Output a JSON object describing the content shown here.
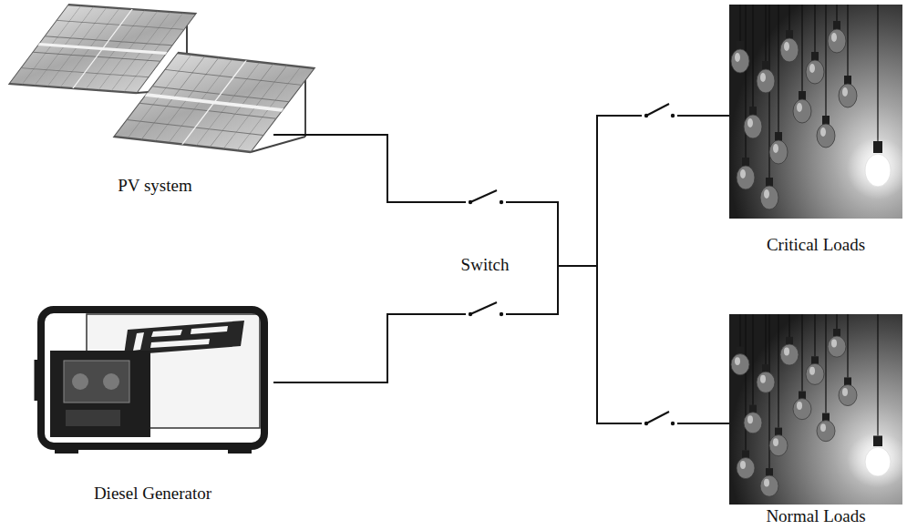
{
  "diagram": {
    "nodes": [
      {
        "text": [
          "PV system"
        ]
      },
      {
        "text": [
          "Diesel Generator"
        ]
      },
      {
        "text": [
          "Critical Loads"
        ]
      },
      {
        "text": [
          "Normal Loads"
        ]
      }
    ],
    "edges": [
      {
        "from": 0,
        "to": 2,
        "arrow": "none"
      },
      {
        "from": 0,
        "to": 3,
        "arrow": "none"
      },
      {
        "from": 1,
        "to": 2,
        "arrow": "none"
      },
      {
        "from": 1,
        "to": 3,
        "arrow": "none"
      }
    ],
    "labels": [
      "Switch"
    ]
  }
}
